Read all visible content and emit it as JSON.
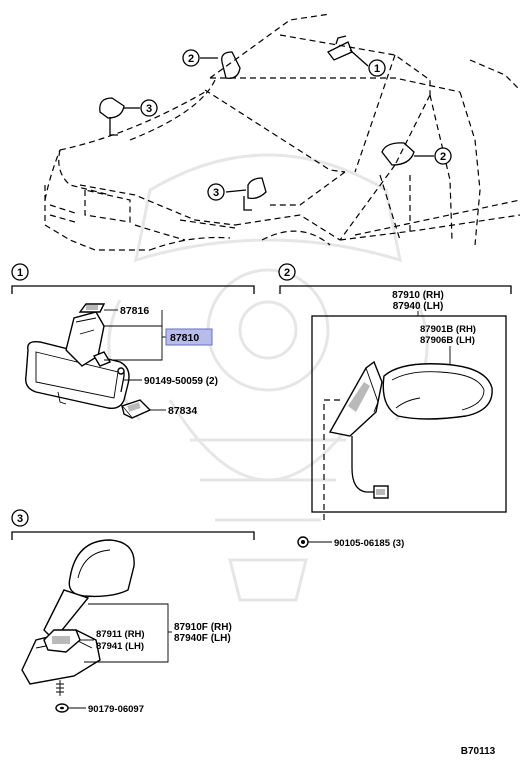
{
  "callouts": {
    "c1": "1",
    "c2": "2",
    "c3": "3"
  },
  "section1": {
    "marker": "1",
    "labels": {
      "bracket": "87816",
      "assembly": "87810",
      "screw": "90149-50059 (2)",
      "cover": "87834"
    },
    "highlight_color": "#b7bce8"
  },
  "section2": {
    "marker": "2",
    "assy_rh": "87910 (RH)",
    "assy_lh": "87940 (LH)",
    "glass_rh": "87901B (RH)",
    "glass_lh": "87906B (LH)",
    "screw": "90105-06185 (3)"
  },
  "section3": {
    "marker": "3",
    "assy_rh": "87910F (RH)",
    "assy_lh": "87940F (LH)",
    "part_rh": "87911 (RH)",
    "part_lh": "87941 (LH)",
    "screw": "90179-06097"
  },
  "footer": {
    "code": "B70113"
  }
}
